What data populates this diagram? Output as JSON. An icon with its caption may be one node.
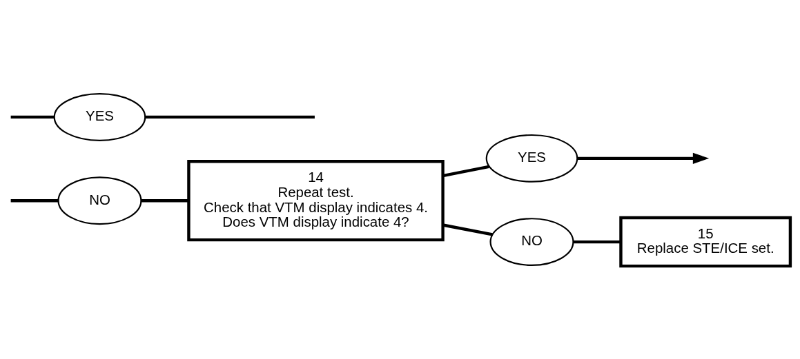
{
  "diagram": {
    "nodes": [
      {
        "text": [
          "14",
          "Repeat test.",
          "Check that VTM display indicates 4.",
          "Does VTM display indicate 4?"
        ]
      },
      {
        "text": [
          "YES"
        ]
      },
      {
        "text": [
          "NO"
        ]
      },
      {
        "text": [
          "YES"
        ]
      },
      {
        "text": [
          "NO"
        ]
      },
      {
        "text": [
          "15",
          "Replace STE/ICE set."
        ]
      }
    ],
    "edges": [
      {
        "from": null,
        "to": 1,
        "arrow": "none"
      },
      {
        "from": null,
        "to": 2,
        "arrow": "none"
      },
      {
        "from": 2,
        "to": 0,
        "arrow": "none"
      },
      {
        "from": 1,
        "to": null,
        "arrow": "none"
      },
      {
        "from": 0,
        "to": 3,
        "arrow": "none"
      },
      {
        "from": 0,
        "to": 4,
        "arrow": "none"
      },
      {
        "from": 4,
        "to": 5,
        "arrow": "none"
      },
      {
        "from": 3,
        "to": null,
        "arrow": "to"
      }
    ]
  }
}
